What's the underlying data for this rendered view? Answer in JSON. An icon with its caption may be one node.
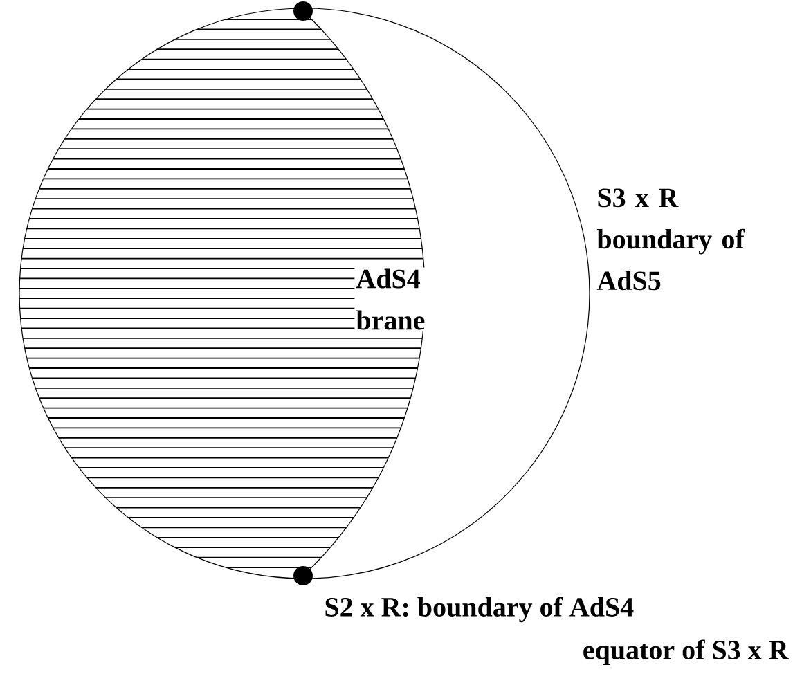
{
  "diagram": {
    "labels": [
      "S3 x R boundary of AdS5",
      "AdS4 brane",
      "S2 x R: boundary of AdS4",
      "equator of S3 x R"
    ]
  }
}
